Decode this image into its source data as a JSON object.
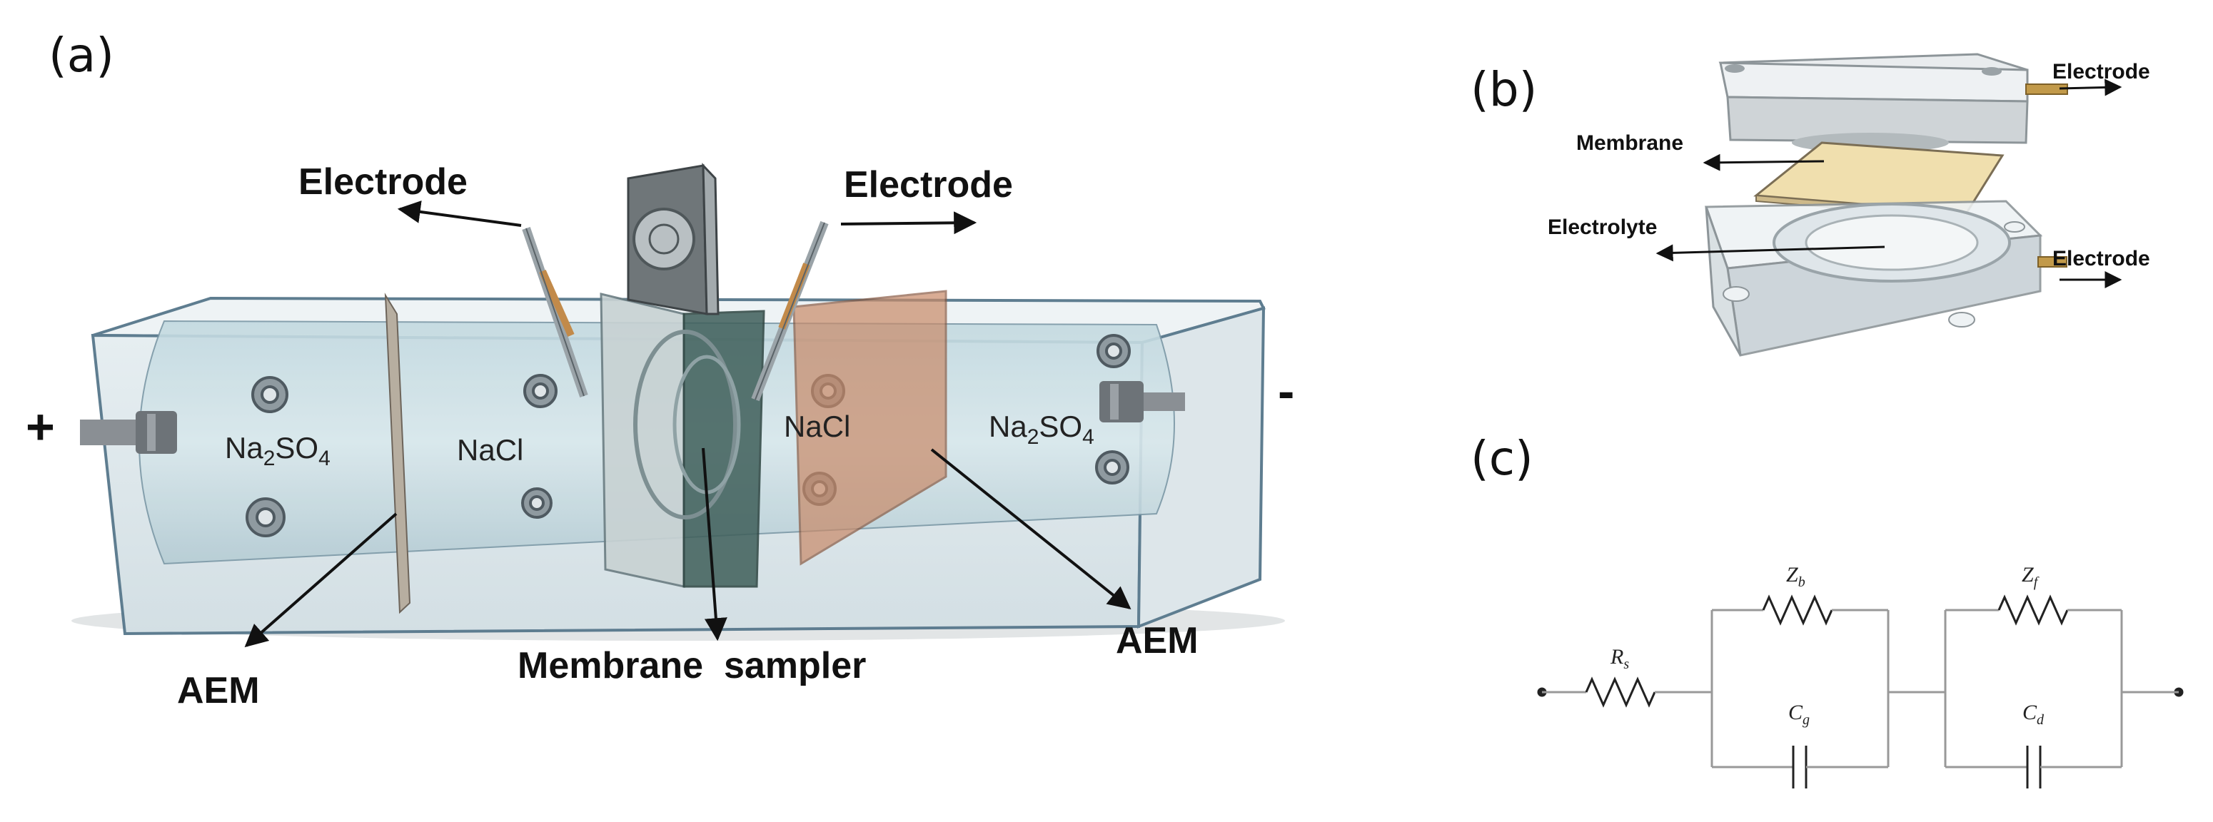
{
  "panels": {
    "a": "(a)",
    "b": "(b)",
    "c": "(c)"
  },
  "panel_a": {
    "plus": "+",
    "minus": "-",
    "electrode_left": "Electrode",
    "electrode_right": "Electrode",
    "na2so4_left": {
      "base": "Na",
      "sub1": "2",
      "mid": "SO",
      "sub2": "4"
    },
    "nacl_left": "NaCl",
    "nacl_right": "NaCl",
    "na2so4_right": {
      "base": "Na",
      "sub1": "2",
      "mid": "SO",
      "sub2": "4"
    },
    "aem_left": "AEM",
    "aem_right": "AEM",
    "membrane_sampler": "Membrane  sampler"
  },
  "panel_b": {
    "electrode_top": "Electrode",
    "electrode_bottom": "Electrode",
    "membrane": "Membrane",
    "electrolyte": "Electrolyte"
  },
  "panel_c": {
    "rs": {
      "base": "R",
      "sub": "s"
    },
    "zb": {
      "base": "Z",
      "sub": "b"
    },
    "cg": {
      "base": "C",
      "sub": "g"
    },
    "zf": {
      "base": "Z",
      "sub": "f"
    },
    "cd": {
      "base": "C",
      "sub": "d"
    }
  },
  "colors": {
    "cell_fill": "#c9dde3",
    "cell_edge": "#5e7d90",
    "aem_right_fill": "#c98a68",
    "membrane_dark": "#3f5f5a",
    "membrane_yellow": "#f0dfae",
    "cap_grey": "#c4c8cc",
    "wire": "#999999"
  }
}
